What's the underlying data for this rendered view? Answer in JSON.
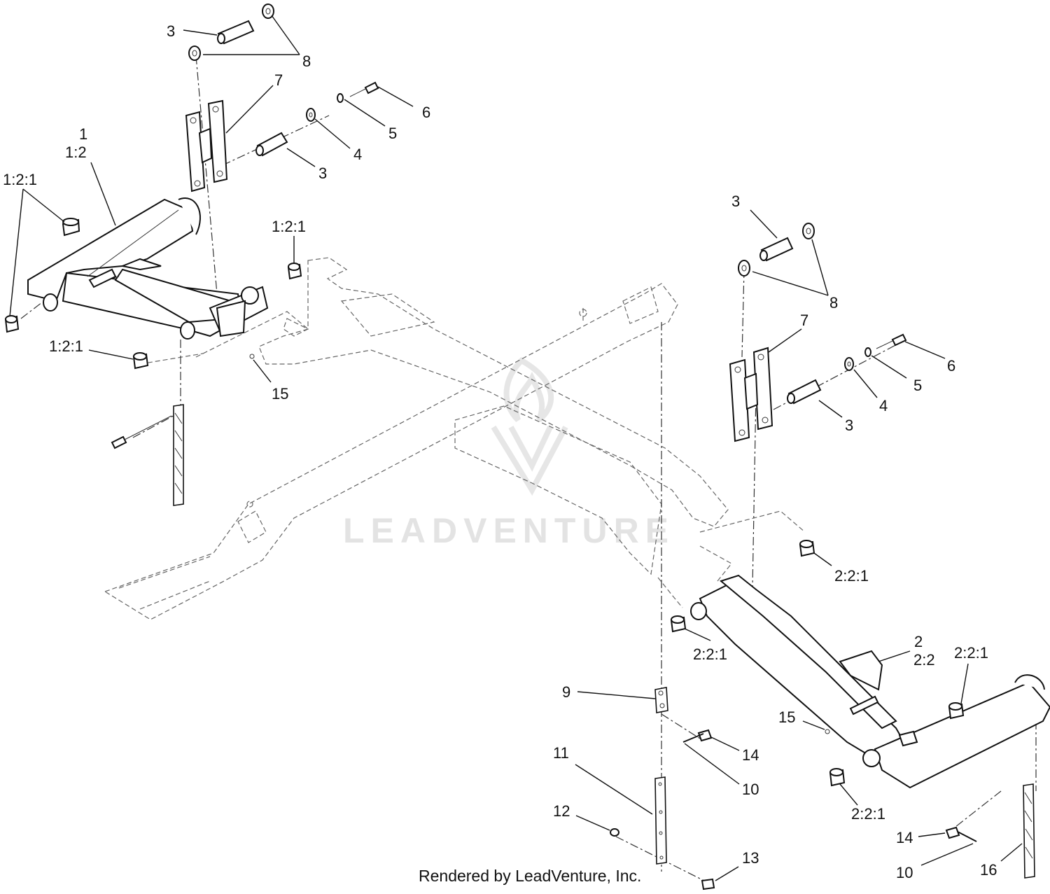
{
  "watermark": {
    "brand": "LEADVENTURE"
  },
  "footer": {
    "credit": "Rendered by LeadVenture, Inc."
  },
  "callouts": {
    "left_pivot_pin": "3",
    "left_washers": "8",
    "left_bracket": "7",
    "left_bolt": "6",
    "left_lockwasher": "5",
    "left_flatwasher": "4",
    "left_spacer": "3",
    "left_arm_assembly": "1",
    "left_arm": "1:2",
    "left_bushing_outer": "1:2:1",
    "left_bushing_center": "1:2:1",
    "left_bushing_lower": "1:2:1",
    "left_grease_fitting": "15",
    "right_pivot_pin": "3",
    "right_washers": "8",
    "right_bracket": "7",
    "right_bolt": "6",
    "right_lockwasher": "5",
    "right_flatwasher": "4",
    "right_spacer": "3",
    "right_bushing_upper": "2:2:1",
    "right_bushing_lower": "2:2:1",
    "right_arm_assembly": "2",
    "right_arm": "2:2",
    "right_bushing_end": "2:2:1",
    "right_bushing_bottom": "2:2:1",
    "chain_clevis": "9",
    "clevis_pin_upper": "14",
    "cotter_pin_upper": "10",
    "right_grease_fitting": "15",
    "height_bar": "11",
    "nut": "12",
    "bolt_bottom": "13",
    "clevis_pin_lower": "14",
    "cotter_pin_lower": "10",
    "chain": "16"
  }
}
